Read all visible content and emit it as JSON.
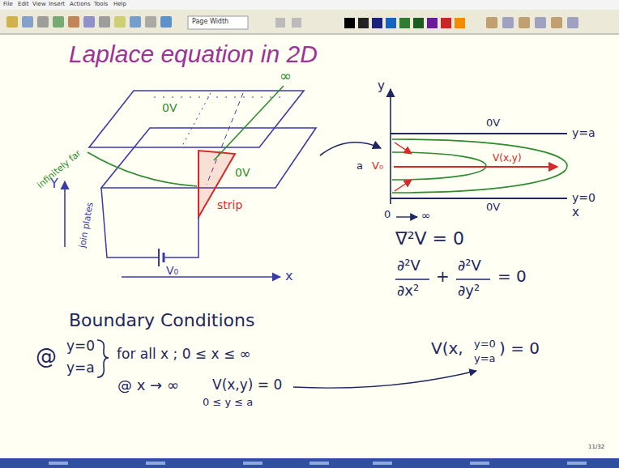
{
  "diagram": {
    "title": "Laplace equation in 2D",
    "labels": [
      "File",
      "Edit",
      "View",
      "Insert",
      "Actions",
      "Tools",
      "Help",
      "Page Width",
      "Y",
      "x",
      "infinitely far",
      "∞",
      "0V",
      "0V",
      "strip",
      "join plates",
      "V₀",
      "y",
      "y=a",
      "y=0",
      "x",
      "0V",
      "0V",
      "V(x,y)",
      "V₀",
      "a",
      "0",
      "∞",
      "∇²V = 0",
      "∂²V",
      "∂x²",
      "+",
      "∂²V",
      "∂y²",
      "= 0",
      "Boundary Conditions",
      "@",
      "y=0",
      "y=a",
      "for all x ; 0 ≤ x ≤ ∞",
      "V(x,",
      "y=0",
      "y=a",
      ") = 0",
      "@ x → ∞",
      "V(x,y) = 0",
      "0 ≤ y ≤ a",
      "11/32"
    ]
  }
}
